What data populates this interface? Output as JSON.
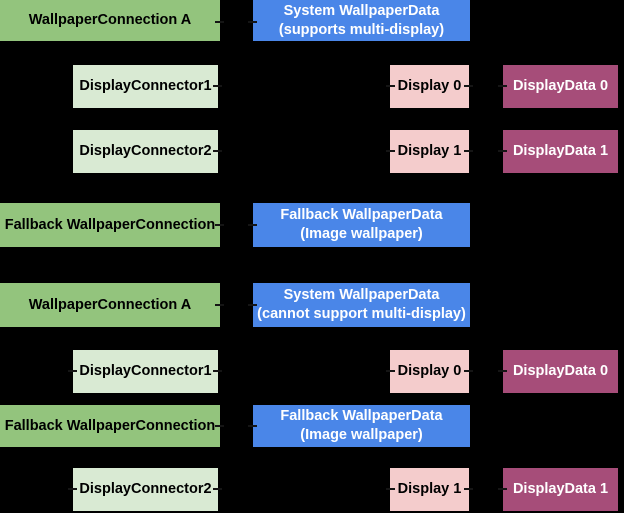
{
  "palette": {
    "background": "#000000",
    "connection_green": "#93C47D",
    "connector_light_green": "#D9EAD3",
    "wallpaper_data_blue": "#4A86E8",
    "display_pink": "#F4CCCC",
    "display_data_magenta": "#A64D79",
    "text_dark": "#000000",
    "text_light": "#FFFFFF"
  },
  "nodes": [
    {
      "label": "WallpaperConnection A"
    },
    {
      "label": "System WallpaperData",
      "sublabel": "(supports multi-display)"
    },
    {
      "label": "DisplayConnector1"
    },
    {
      "label": "Display 0"
    },
    {
      "label": "DisplayData 0"
    },
    {
      "label": "DisplayConnector2"
    },
    {
      "label": "Display 1"
    },
    {
      "label": "DisplayData 1"
    },
    {
      "label": "Fallback WallpaperConnection"
    },
    {
      "label": "Fallback WallpaperData",
      "sublabel": "(Image wallpaper)"
    },
    {
      "label": "WallpaperConnection A"
    },
    {
      "label": "System WallpaperData",
      "sublabel": "(cannot support multi-display)"
    },
    {
      "label": "DisplayConnector1"
    },
    {
      "label": "Display 0"
    },
    {
      "label": "DisplayData 0"
    },
    {
      "label": "Fallback WallpaperConnection"
    },
    {
      "label": "Fallback WallpaperData",
      "sublabel": "(Image wallpaper)"
    },
    {
      "label": "DisplayConnector2"
    },
    {
      "label": "Display 1"
    },
    {
      "label": "DisplayData 1"
    }
  ]
}
